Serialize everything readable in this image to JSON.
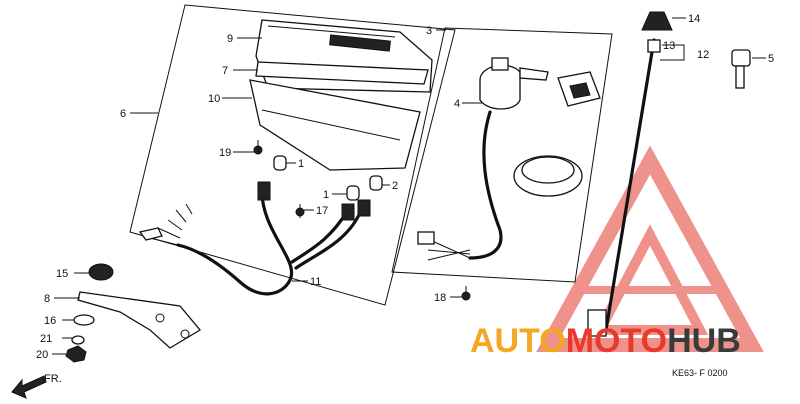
{
  "diagram": {
    "code": "KE63- F 0200",
    "front_marker": "FR.",
    "callouts": [
      "1",
      "1",
      "2",
      "3",
      "4",
      "5",
      "6",
      "7",
      "8",
      "9",
      "10",
      "11",
      "12",
      "13",
      "14",
      "15",
      "16",
      "17",
      "18",
      "19",
      "20",
      "21"
    ]
  },
  "watermark": {
    "auto": "AUTO",
    "moto": "MOTO",
    "hub": "HUB",
    "colors": {
      "auto": "#f5a623",
      "moto": "#e8392c",
      "hub": "#3a3a3a",
      "logo": "#e33a2e"
    }
  }
}
